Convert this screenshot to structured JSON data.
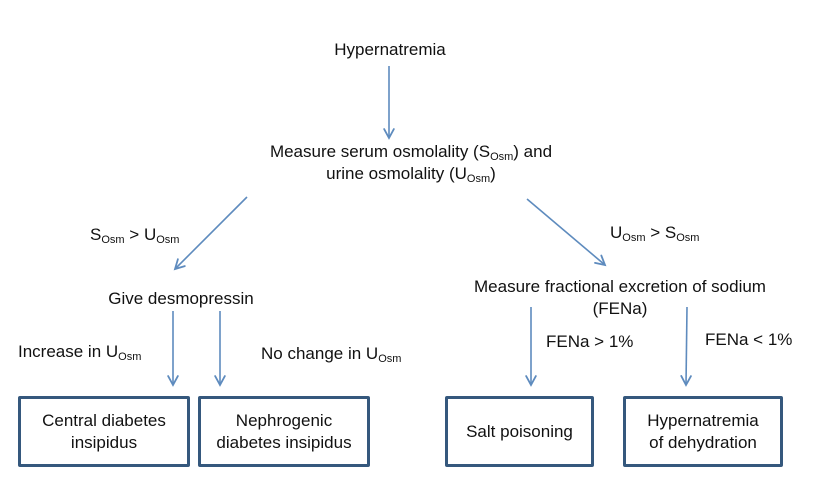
{
  "diagram": {
    "title": "Hypernatremia",
    "measure_osm": {
      "line1_pre": "Measure serum osmolality (S",
      "line1_sub": "Osm",
      "line1_post": ") and",
      "line2_pre": "urine osmolality (U",
      "line2_sub": "Osm",
      "line2_post": ")"
    },
    "left_condition": {
      "t1": "S",
      "s1": "Osm",
      "t2": " > U",
      "s2": "Osm"
    },
    "right_condition": {
      "t1": "U",
      "s1": "Osm",
      "t2": " > S",
      "s2": "Osm"
    },
    "desmopressin": "Give desmopressin",
    "fena_step": {
      "line1": "Measure fractional excretion of sodium",
      "line2": "(FENa)"
    },
    "increase_label": {
      "t1": "Increase in U",
      "s1": "Osm"
    },
    "no_change_label": {
      "t1": "No change in U",
      "s1": "Osm"
    },
    "fena_gt": "FENa > 1%",
    "fena_lt": "FENa < 1%",
    "outcomes": {
      "central": {
        "line1": "Central diabetes",
        "line2": "insipidus"
      },
      "nephrogenic": {
        "line1": "Nephrogenic",
        "line2": "diabetes insipidus"
      },
      "salt": {
        "line1": "Salt poisoning"
      },
      "dehydration": {
        "line1": "Hypernatremia",
        "line2": "of dehydration"
      }
    },
    "colors": {
      "arrow": "#5e8bbe",
      "box_border": "#35587d",
      "text": "#111111",
      "background": "#ffffff"
    }
  }
}
